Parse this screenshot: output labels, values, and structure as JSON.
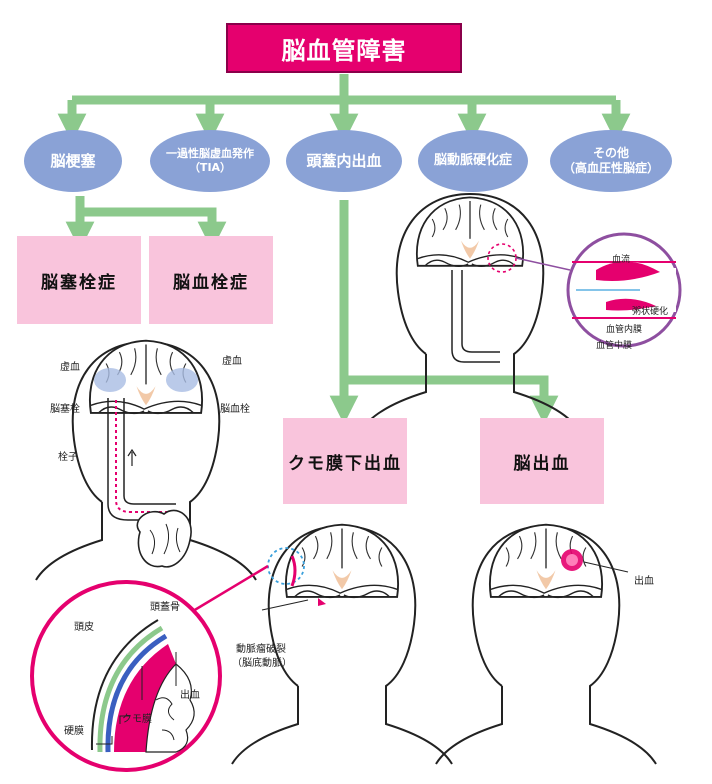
{
  "title": "脳血管障害",
  "categories": [
    {
      "label": "脳梗塞"
    },
    {
      "label": "一過性脳虚血発作",
      "sub": "（TIA）"
    },
    {
      "label": "頭蓋内出血"
    },
    {
      "label": "脳動脈硬化症"
    },
    {
      "label": "その他",
      "sub": "（高血圧性脳症）"
    }
  ],
  "subtypes": {
    "infarction": [
      "脳塞栓症",
      "脳血栓症"
    ],
    "hemorrhage": [
      "クモ膜下出血",
      "脳出血"
    ]
  },
  "infarction_labels": {
    "ischemia_left": "虚血",
    "ischemia_right": "虚血",
    "embolism": "脳塞栓",
    "thrombus": "脳血栓",
    "embolus": "栓子"
  },
  "arteriosclerosis_labels": {
    "blood_flow": "血流",
    "atheroma": "粥状硬化",
    "intima": "血管内膜",
    "media": "血管中膜"
  },
  "sah_labels": {
    "aneurysm": "動脈瘤破裂",
    "aneurysm_sub": "（脳底動脈）"
  },
  "meninges_labels": {
    "skull": "頭蓋骨",
    "scalp": "頭皮",
    "bleeding": "出血",
    "dura": "硬膜",
    "arachnoid": "クモ膜"
  },
  "ich_labels": {
    "bleeding": "出血"
  },
  "colors": {
    "magenta": "#e5006e",
    "arrow_green": "#8cc98c",
    "oval_blue": "#8aa2d6",
    "pink_box": "#f9c4dc",
    "purple": "#8e4fa0",
    "dashed_blue": "#3aa0dc"
  }
}
